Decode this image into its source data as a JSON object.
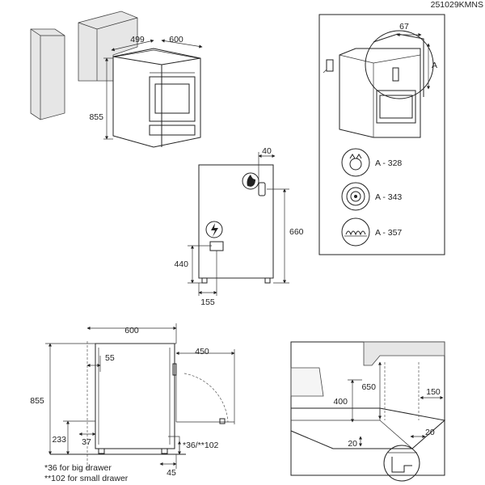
{
  "header": {
    "code": "251029KMNS"
  },
  "top_left": {
    "dim_depth": "499",
    "dim_width": "600",
    "dim_height": "855"
  },
  "rear_view": {
    "dim_top": "40",
    "dim_right": "660",
    "dim_left": "440",
    "dim_bottom": "155"
  },
  "inset": {
    "dim_top": "67",
    "dim_side": "A",
    "legend": [
      {
        "icon": "gas-burner-icon",
        "label": "A - 328"
      },
      {
        "icon": "electric-plate-icon",
        "label": "A - 343"
      },
      {
        "icon": "induction-coil-icon",
        "label": "A - 357"
      }
    ]
  },
  "side_view": {
    "dim_width": "600",
    "dim_door": "450",
    "dim_55": "55",
    "dim_height": "855",
    "dim_233": "233",
    "dim_37": "37",
    "dim_drawer": "*36/**102",
    "dim_45": "45",
    "notes": [
      "*36 for big drawer",
      "**102 for small drawer"
    ]
  },
  "clearance": {
    "dim_650": "650",
    "dim_400": "400",
    "dim_150": "150",
    "dim_20a": "20",
    "dim_20b": "20"
  },
  "colors": {
    "line": "#222222",
    "wall": "#e6e6e6"
  }
}
